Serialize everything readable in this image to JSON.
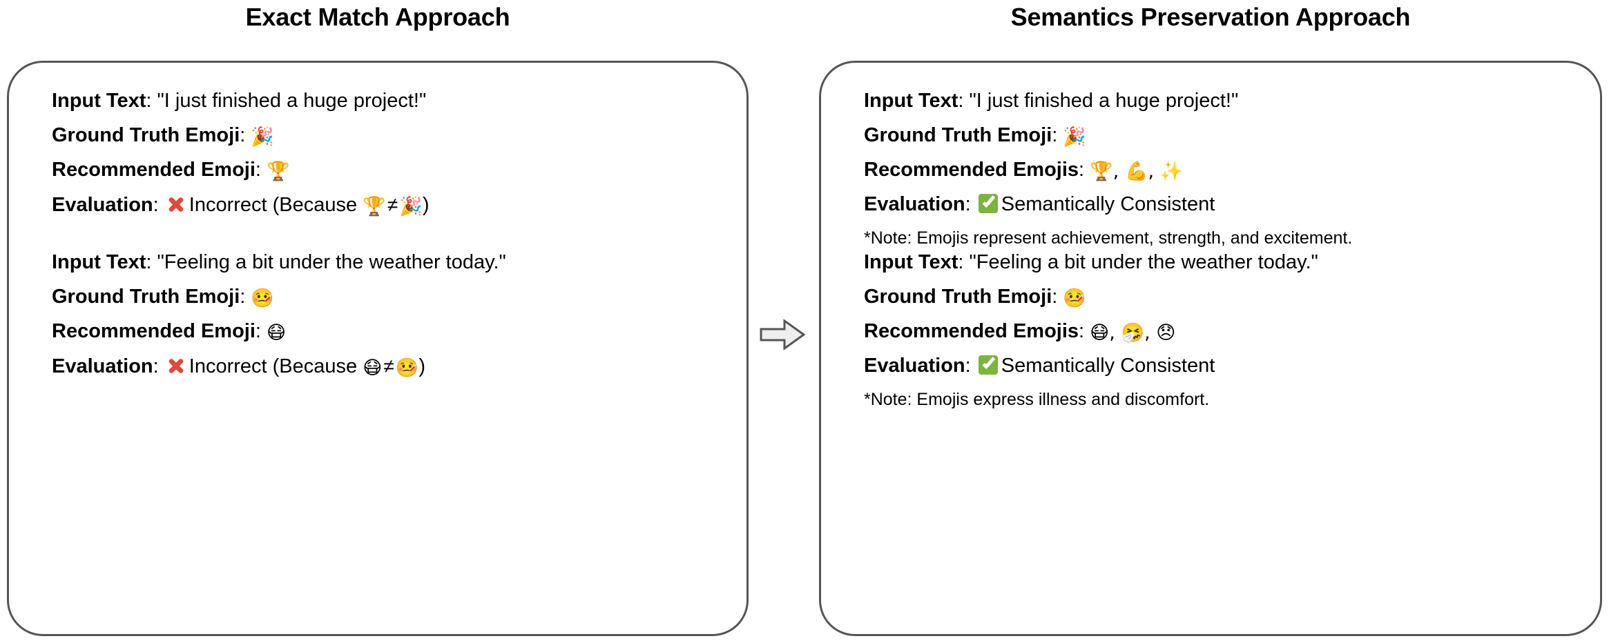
{
  "figure": {
    "colors": {
      "panel_border": "#555555",
      "cross_red": "#dd4b3e",
      "check_green": "#7cb342",
      "arrow_fill": "#eeeeee",
      "arrow_stroke": "#555555",
      "text": "#000000",
      "background": "#ffffff"
    },
    "transition_arrow_icon": "right-arrow-icon"
  },
  "left_panel": {
    "title": "Exact Match Approach",
    "examples": [
      {
        "input_label": "Input Text",
        "input_value": ": \"I just finished a huge project!\"",
        "ground_truth_label": "Ground Truth Emoji",
        "ground_truth_sep": ": ",
        "ground_truth_emoji": "🎉",
        "recommended_label": "Recommended Emoji",
        "recommended_sep": ": ",
        "recommended_emoji": "🏆",
        "evaluation_label": "Evaluation",
        "evaluation_sep": ": ",
        "evaluation_verdict": "Incorrect (Because ",
        "evaluation_emoji_a": "🏆",
        "evaluation_neq": "≠",
        "evaluation_emoji_b": "🎉",
        "evaluation_close": ")",
        "verdict_icon": "cross-mark-icon"
      },
      {
        "input_label": "Input Text",
        "input_value": ": \"Feeling a bit under the weather today.\"",
        "ground_truth_label": "Ground Truth Emoji",
        "ground_truth_sep": ": ",
        "ground_truth_emoji": "🤒",
        "recommended_label": "Recommended Emoji",
        "recommended_sep": ": ",
        "recommended_emoji": "😷",
        "evaluation_label": "Evaluation",
        "evaluation_sep": ": ",
        "evaluation_verdict": "Incorrect (Because ",
        "evaluation_emoji_a": "😷",
        "evaluation_neq": "≠",
        "evaluation_emoji_b": "🤒",
        "evaluation_close": ")",
        "verdict_icon": "cross-mark-icon"
      }
    ]
  },
  "right_panel": {
    "title": "Semantics Preservation Approach",
    "examples": [
      {
        "input_label": "Input Text",
        "input_value": ": \"I just finished a huge project!\"",
        "ground_truth_label": "Ground Truth Emoji",
        "ground_truth_sep": ": ",
        "ground_truth_emoji": "🎉",
        "recommended_label": "Recommended Emojis",
        "recommended_sep": ": ",
        "recommended_emoji": "🏆, 💪, ✨",
        "evaluation_label": "Evaluation",
        "evaluation_sep": ": ",
        "evaluation_verdict": "Semantically Consistent",
        "verdict_icon": "check-mark-button-icon",
        "note": "*Note: Emojis represent achievement, strength, and excitement."
      },
      {
        "input_label": "Input Text",
        "input_value": ": \"Feeling a bit under the weather today.\"",
        "ground_truth_label": "Ground Truth Emoji",
        "ground_truth_sep": ": ",
        "ground_truth_emoji": "🤒",
        "recommended_label": "Recommended Emojis",
        "recommended_sep": ": ",
        "recommended_emoji": "😷, 🤧, 😞",
        "evaluation_label": "Evaluation",
        "evaluation_sep": ": ",
        "evaluation_verdict": "Semantically Consistent",
        "verdict_icon": "check-mark-button-icon",
        "note": "*Note: Emojis express illness and discomfort."
      }
    ]
  }
}
